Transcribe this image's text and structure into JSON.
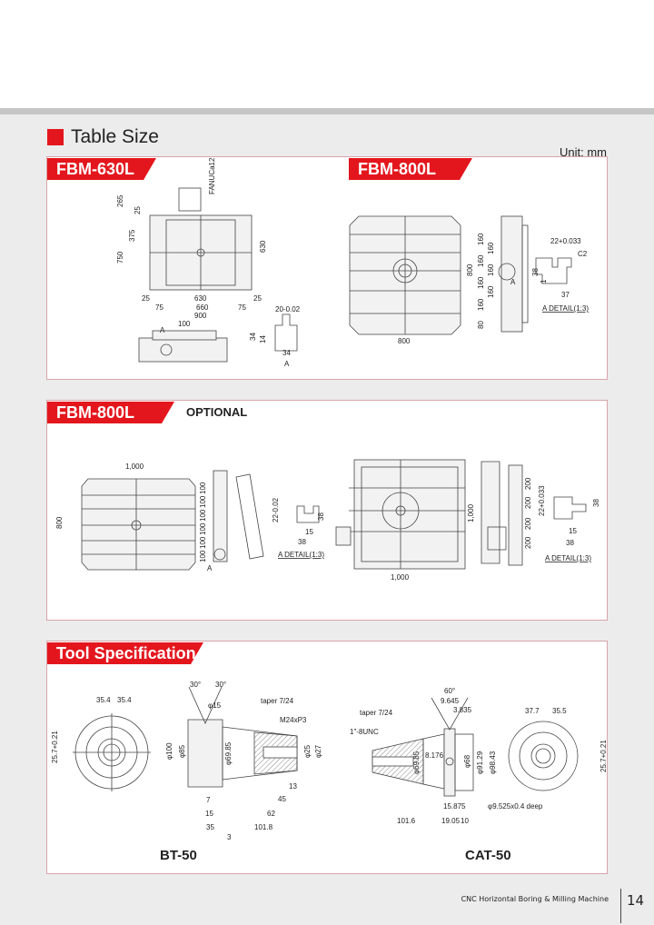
{
  "section_title": "Table Size",
  "unit": "Unit: mm",
  "panel1": {
    "left_tag": "FBM-630L",
    "right_tag": "FBM-800L",
    "fbm630": [
      "265",
      "25",
      "375",
      "750",
      "630",
      "25",
      "630",
      "25",
      "75",
      "660",
      "75",
      "900",
      "100",
      "A",
      "20-0.02",
      "34",
      "14",
      "34",
      "A",
      "FANUCa12"
    ],
    "fbm800": [
      "800",
      "800",
      "160",
      "160",
      "160",
      "160",
      "160",
      "160",
      "160",
      "80",
      "A",
      "22+0.033",
      "C2",
      "38",
      "1",
      "37",
      "A DETAIL(1:3)"
    ]
  },
  "panel2": {
    "tag": "FBM-800L",
    "optional": "OPTIONAL",
    "left": [
      "1,000",
      "800",
      "100",
      "100",
      "100",
      "100",
      "100",
      "100",
      "A",
      "22-0.02",
      "38",
      "15",
      "38",
      "A DETAIL(1:3)"
    ],
    "right": [
      "1,000",
      "1,000",
      "200",
      "200",
      "200",
      "200",
      "22+0.033",
      "38",
      "15",
      "38",
      "A DETAIL(1:3)"
    ]
  },
  "panel3": {
    "tag": "Tool Specification",
    "bt50": {
      "caption": "BT-50",
      "dims": [
        "35.4",
        "35.4",
        "25.7+0.21",
        "30°",
        "30°",
        "φ15",
        "taper 7/24",
        "M24xP3",
        "φ100",
        "φ85",
        "φ69.85",
        "φ25",
        "φ27",
        "13",
        "45",
        "62",
        "7",
        "15",
        "35",
        "101.8",
        "3"
      ]
    },
    "cat50": {
      "caption": "CAT-50",
      "dims": [
        "60°",
        "9.645",
        "3.835",
        "taper 7/24",
        "1\"-8UNC",
        "8.176",
        "φ69.85",
        "φ68",
        "φ91.29",
        "φ98.43",
        "φ9.525x0.4 deep",
        "101.6",
        "19.05",
        "10",
        "15.875",
        "37.7",
        "35.5",
        "25.7+0.21"
      ]
    }
  },
  "footer": {
    "text": "CNC Horizontal Boring & Milling Machine",
    "page": "14"
  },
  "colors": {
    "accent": "#e4161d",
    "panel_border": "#d8a5a9"
  }
}
